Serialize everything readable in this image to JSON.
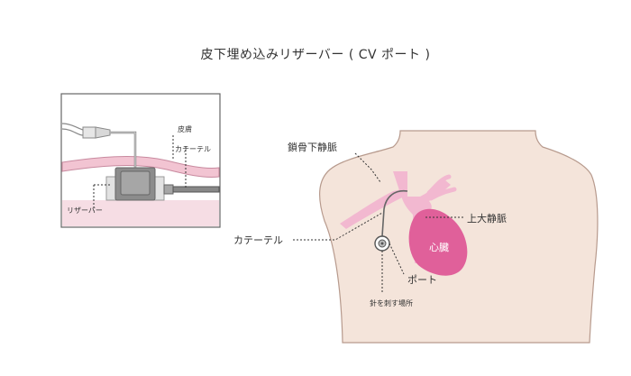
{
  "title": "皮下埋め込みリザーバー ( CV ポート )",
  "inset": {
    "skin_label": "皮膚",
    "catheter_label": "カテーテル",
    "reservoir_label": "リザーバー"
  },
  "body_figure": {
    "subclavian_vein_label": "鎖骨下静脈",
    "catheter_label": "カテーテル",
    "superior_vena_cava_label": "上大静脈",
    "heart_label": "心臓",
    "port_label": "ポート",
    "needle_site_label": "針を刺す場所"
  },
  "colors": {
    "skin": "#f4e4da",
    "skin_outline": "#b79a8d",
    "vessel": "#f2b8d0",
    "heart": "#e0609a",
    "catheter": "#777777",
    "tissue": "#f6dde4"
  }
}
